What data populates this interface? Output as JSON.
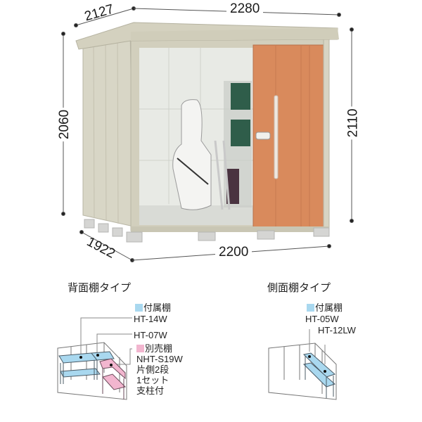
{
  "dimensions": {
    "top_depth": "2127",
    "top_width": "2280",
    "left_height": "2060",
    "right_height": "2110",
    "bottom_depth": "1922",
    "bottom_width": "2200"
  },
  "colors": {
    "shed_body": "#d8d6c6",
    "shed_roof": "#d4d1bf",
    "door": "#d98a5c",
    "interior": "#e9ebe6",
    "included_shelf": "#a9d8ef",
    "optional_shelf": "#f2b6cf",
    "dimension_line": "#555555"
  },
  "back_shelf": {
    "title": "背面棚タイプ",
    "included_label": "付属棚",
    "included_models": [
      "HT-14W",
      "HT-07W"
    ],
    "optional_label": "別売棚",
    "optional_model": "NHT-S19W",
    "optional_notes": [
      "片側2段",
      "1セット",
      "支柱付"
    ]
  },
  "side_shelf": {
    "title": "側面棚タイプ",
    "included_label": "付属棚",
    "included_models": [
      "HT-05W",
      "HT-12LW"
    ]
  }
}
